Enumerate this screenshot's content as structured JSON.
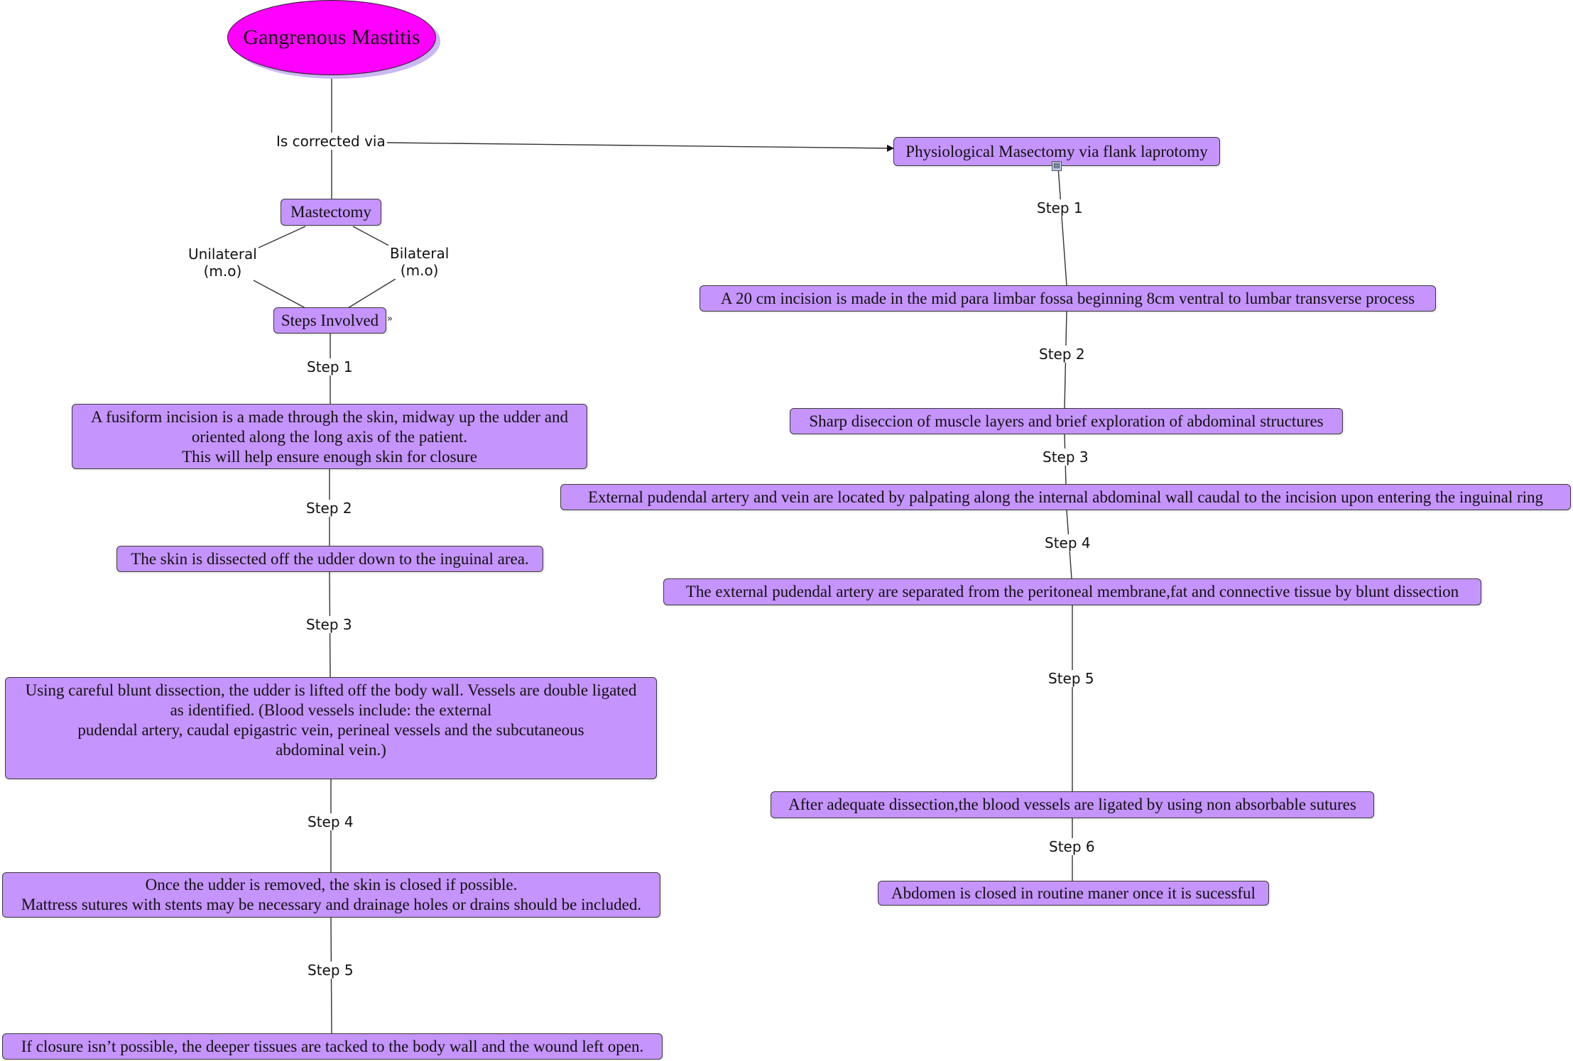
{
  "root": {
    "title": "Gangrenous Mastitis"
  },
  "links": {
    "root_link": "Is corrected via",
    "unilateral": "Unilateral\n(m.o)",
    "bilateral": "Bilateral\n(m.o)"
  },
  "left_branch": {
    "title": "Mastectomy",
    "steps_title": "Steps Involved",
    "step_labels": [
      "Step 1",
      "Step 2",
      "Step 3",
      "Step 4",
      "Step 5"
    ],
    "steps": [
      "A fusiform incision is a made through the skin, midway up the udder and\noriented along the long axis of the patient.\nThis will help ensure enough skin for closure",
      "The skin is dissected off the udder down to the inguinal area.",
      "Using careful blunt dissection, the udder is lifted off the body wall. Vessels are double ligated\nas identified. (Blood vessels include: the external\npudendal artery, caudal epigastric vein, perineal vessels and the subcutaneous\nabdominal vein.)",
      "Once the udder is removed, the skin is closed if possible.\nMattress sutures with stents may be necessary and drainage holes or drains should be included.",
      "If closure isn’t possible, the deeper tissues are tacked to the body wall and the wound left open."
    ]
  },
  "right_branch": {
    "title": "Physiological Masectomy via flank laprotomy",
    "step_labels": [
      "Step 1",
      "Step 2",
      "Step 3",
      "Step 4",
      "Step 5",
      "Step 6"
    ],
    "steps": [
      "A 20 cm incision is made in the mid para limbar fossa beginning 8cm ventral to lumbar transverse process",
      "Sharp diseccion of muscle layers and brief exploration of abdominal structures",
      "External pudendal artery and vein are located by palpating along the internal abdominal wall caudal to the incision  upon entering the inguinal ring",
      "The external pudendal artery are separated from the peritoneal membrane,fat and connective tissue by blunt dissection",
      "After adequate dissection,the blood vessels are ligated by using non absorbable sutures",
      "Abdomen is closed in routine maner once it is sucessful"
    ]
  },
  "colors": {
    "node_fill": "#c594fc",
    "root_fill": "#ff00ff",
    "line": "#333333"
  },
  "icons": [
    "resource-icon",
    "expand-icon"
  ]
}
